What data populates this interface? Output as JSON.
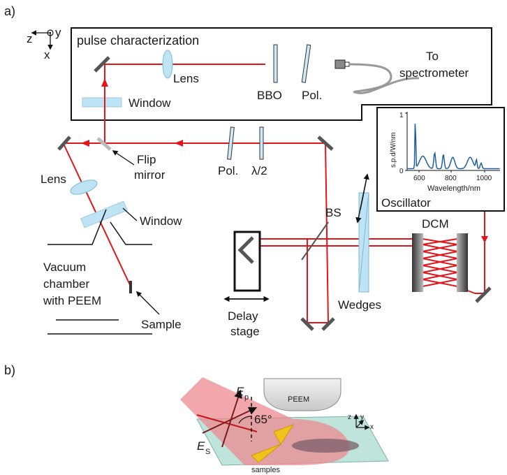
{
  "panel_a": {
    "label": "a)",
    "axes": {
      "z": "z",
      "y": "y",
      "x": "x"
    },
    "box_title": "pulse characterization",
    "lens_top": "Lens",
    "window_top": "Window",
    "bbo": "BBO",
    "pol_top": "Pol.",
    "to": "To",
    "spectrometer": "spectrometer",
    "flip_1": "Flip",
    "flip_2": "mirror",
    "pol_mid": "Pol.",
    "lambda_half": "λ/2",
    "lens_left": "Lens",
    "window_left": "Window",
    "vac_1": "Vacuum",
    "vac_2": "chamber",
    "vac_3": "with PEEM",
    "sample": "Sample",
    "bs": "BS",
    "delay_1": "Delay",
    "delay_2": "stage",
    "wedges": "Wedges",
    "dcm": "DCM",
    "oscillator": {
      "label": "Oscillator",
      "ylabel": "s.p.d/W/nm",
      "xlabel": "Wavelength/nm",
      "y_ticks": [
        "1",
        "0"
      ],
      "x_ticks": [
        "600",
        "800",
        "1000"
      ],
      "line_color": "#1f5f9e"
    }
  },
  "panel_b": {
    "label": "b)",
    "peem": "PEEM",
    "ep": "E",
    "ep_sub": "p",
    "es": "E",
    "es_sub": "S",
    "angle": "65°",
    "samples": "samples",
    "axes": {
      "z": "z",
      "y": "y",
      "x": "x"
    }
  },
  "colors": {
    "beam": "#e0161b",
    "beam_fill": "#ec8a8f",
    "optic": "#bde3f5",
    "sample_gold": "#f2c21b",
    "substrate": "#bfe4dc"
  }
}
